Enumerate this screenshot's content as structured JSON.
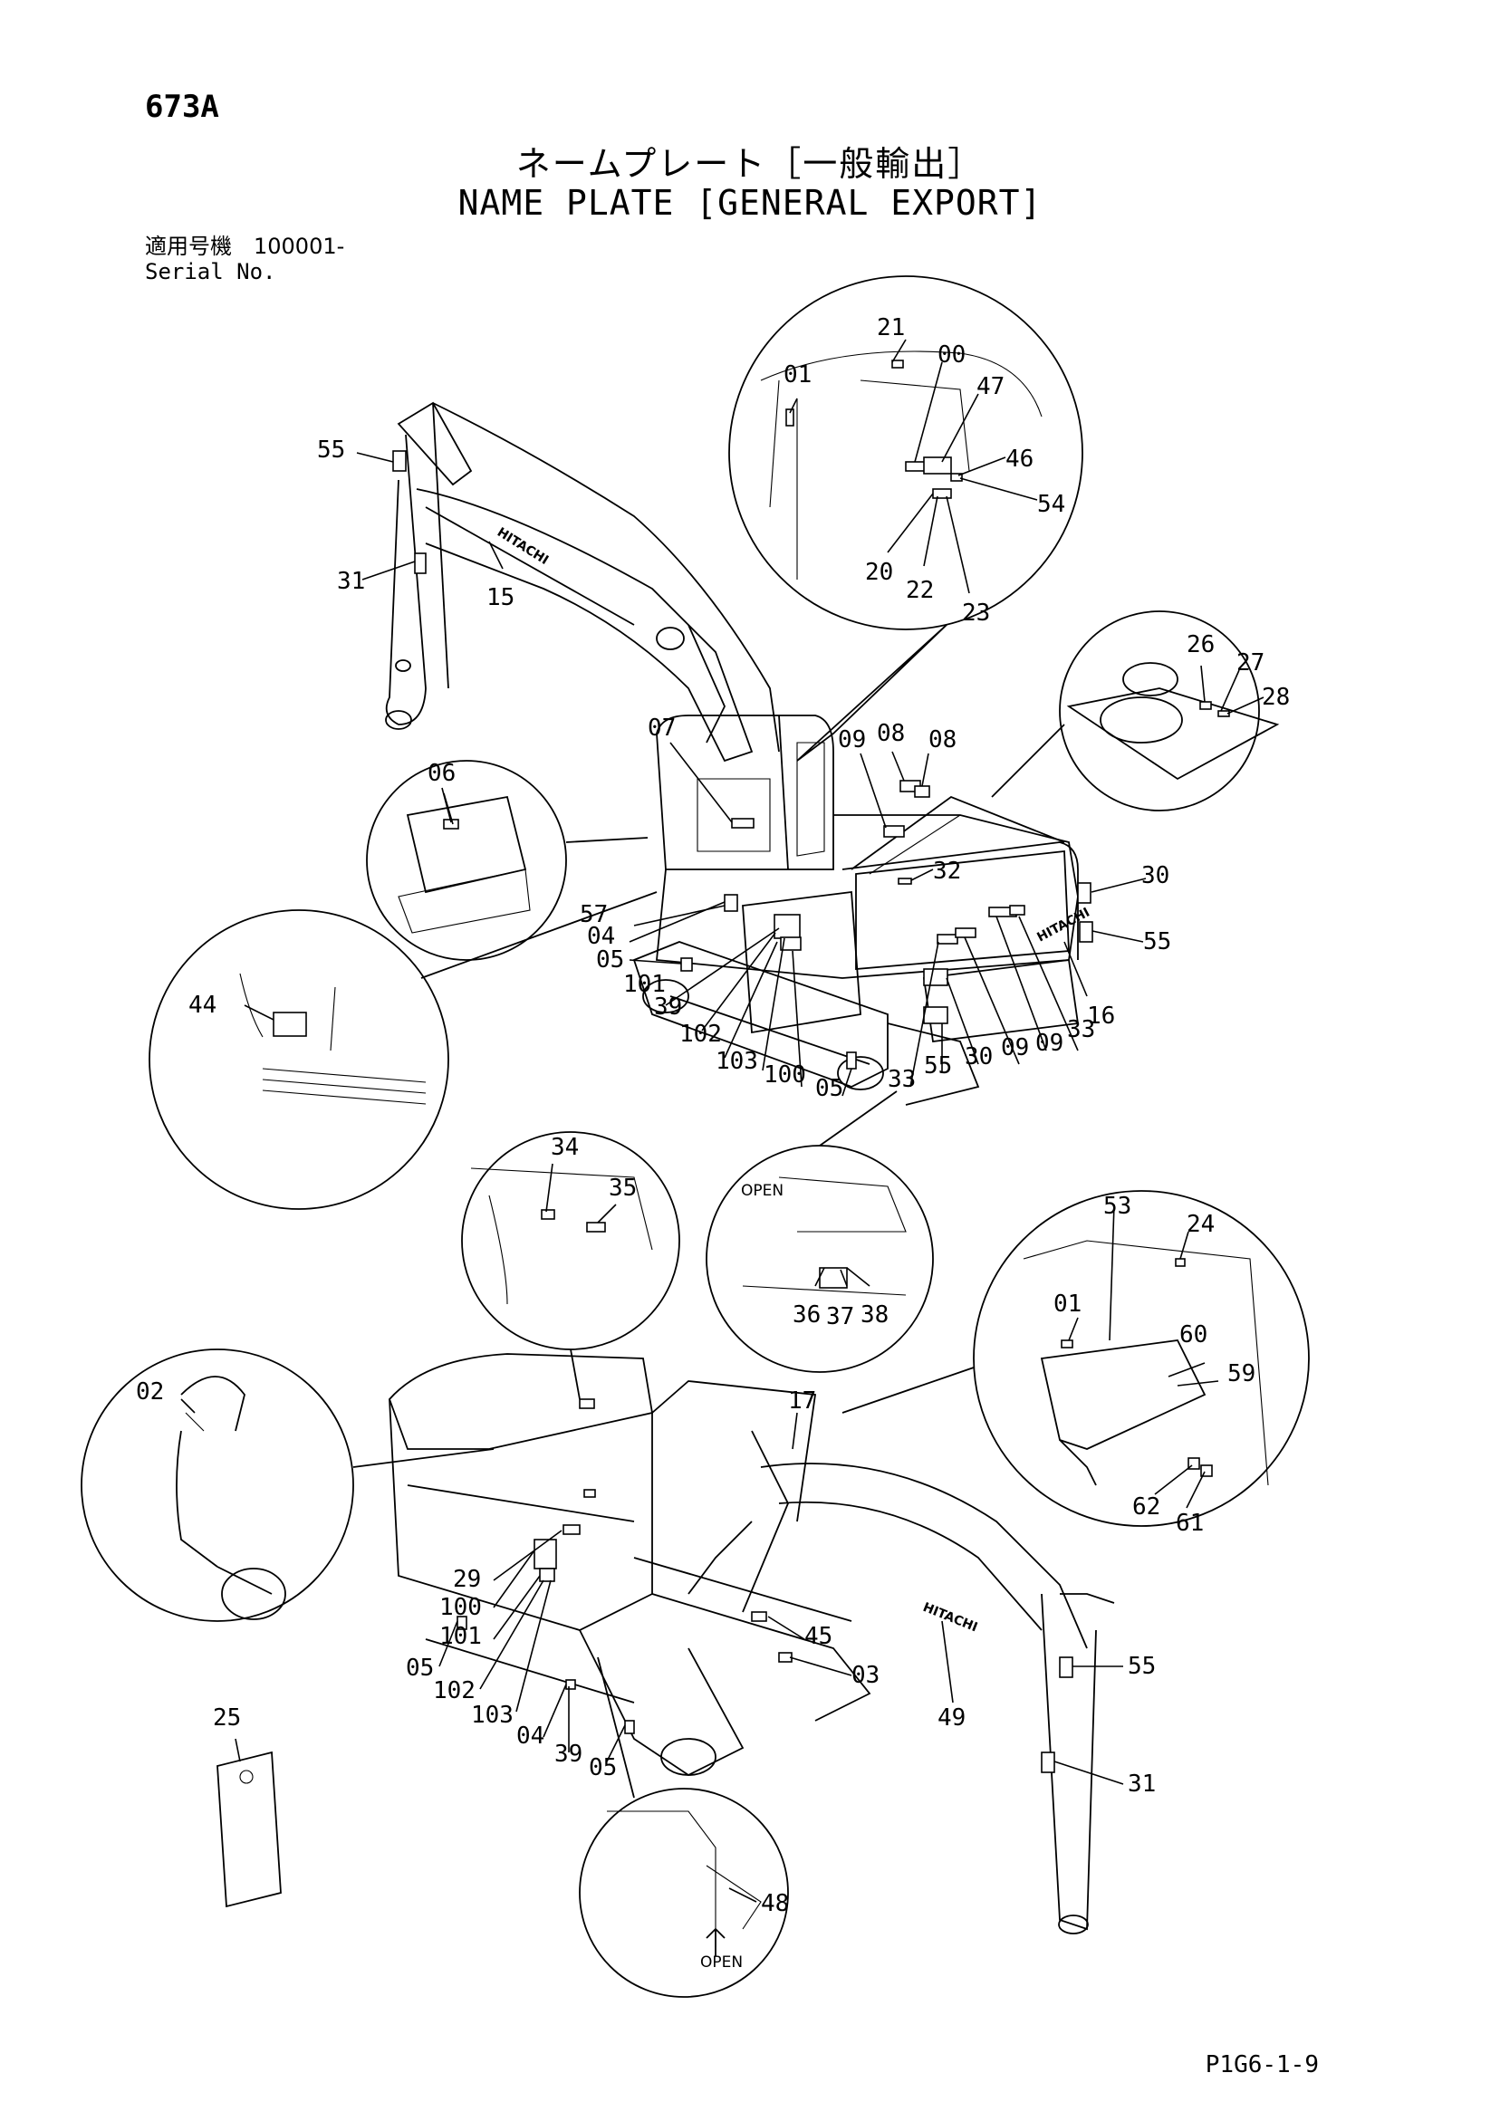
{
  "header": {
    "page_id": "673A",
    "title_jp": "ネームプレート［一般輸出］",
    "title_en": "NAME PLATE [GENERAL EXPORT]",
    "serial_jp": "適用号機　100001-",
    "serial_en": "Serial No."
  },
  "footer": {
    "code": "P1G6-1-9"
  },
  "diagram": {
    "brand_text": "HITACHI",
    "open_text": "OPEN",
    "callouts": [
      "00",
      "01",
      "02",
      "03",
      "04",
      "05",
      "06",
      "07",
      "08",
      "09",
      "15",
      "16",
      "17",
      "20",
      "21",
      "22",
      "23",
      "24",
      "25",
      "26",
      "27",
      "28",
      "29",
      "30",
      "31",
      "32",
      "33",
      "34",
      "35",
      "36",
      "37",
      "38",
      "39",
      "44",
      "45",
      "46",
      "47",
      "48",
      "49",
      "53",
      "54",
      "55",
      "57",
      "59",
      "60",
      "61",
      "62",
      "100",
      "101",
      "102",
      "103"
    ]
  }
}
